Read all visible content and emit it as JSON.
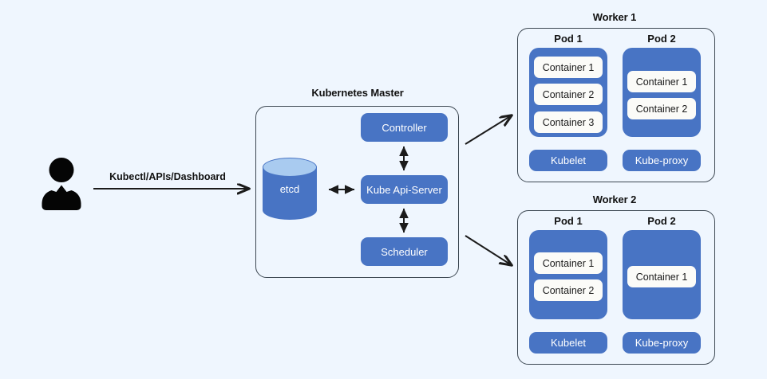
{
  "background_color": "#eff6fe",
  "palette": {
    "component_blue": "#4874c4",
    "pod_blue": "#4874c4",
    "container_white": "#fbfbf8",
    "cylinder_top": "#a9cbf0",
    "outline": "#3d4852",
    "text_dark": "#111111",
    "text_light": "#ffffff",
    "arrow": "#1b1b1b"
  },
  "actor": {
    "icon": "user-person-icon",
    "label": ""
  },
  "flows": {
    "user_to_master": {
      "label": "Kubectl/APIs/Dashboard",
      "style": "single-arrow-right"
    },
    "master_to_worker1": {
      "label": "",
      "style": "single-arrow-up-right"
    },
    "master_to_worker2": {
      "label": "",
      "style": "single-arrow-down-right"
    },
    "etcd_to_apiserver": {
      "label": "",
      "style": "double-arrow-horizontal"
    },
    "controller_to_apiserver": {
      "label": "",
      "style": "double-arrow-vertical"
    },
    "apiserver_to_scheduler": {
      "label": "",
      "style": "double-arrow-vertical"
    }
  },
  "master": {
    "title": "Kubernetes Master",
    "datastore": {
      "name": "etcd",
      "shape": "cylinder"
    },
    "components": [
      {
        "name": "Controller"
      },
      {
        "name": "Kube Api-Server"
      },
      {
        "name": "Scheduler"
      }
    ]
  },
  "workers": [
    {
      "title": "Worker 1",
      "pods": [
        {
          "label": "Pod 1",
          "containers": [
            "Container 1",
            "Container 2",
            "Container 3"
          ],
          "agent": "Kubelet"
        },
        {
          "label": "Pod 2",
          "containers": [
            "Container 1",
            "Container 2"
          ],
          "agent": "Kube-proxy"
        }
      ]
    },
    {
      "title": "Worker 2",
      "pods": [
        {
          "label": "Pod 1",
          "containers": [
            "Container 1",
            "Container 2"
          ],
          "agent": "Kubelet"
        },
        {
          "label": "Pod 2",
          "containers": [
            "Container 1"
          ],
          "agent": "Kube-proxy"
        }
      ]
    }
  ]
}
